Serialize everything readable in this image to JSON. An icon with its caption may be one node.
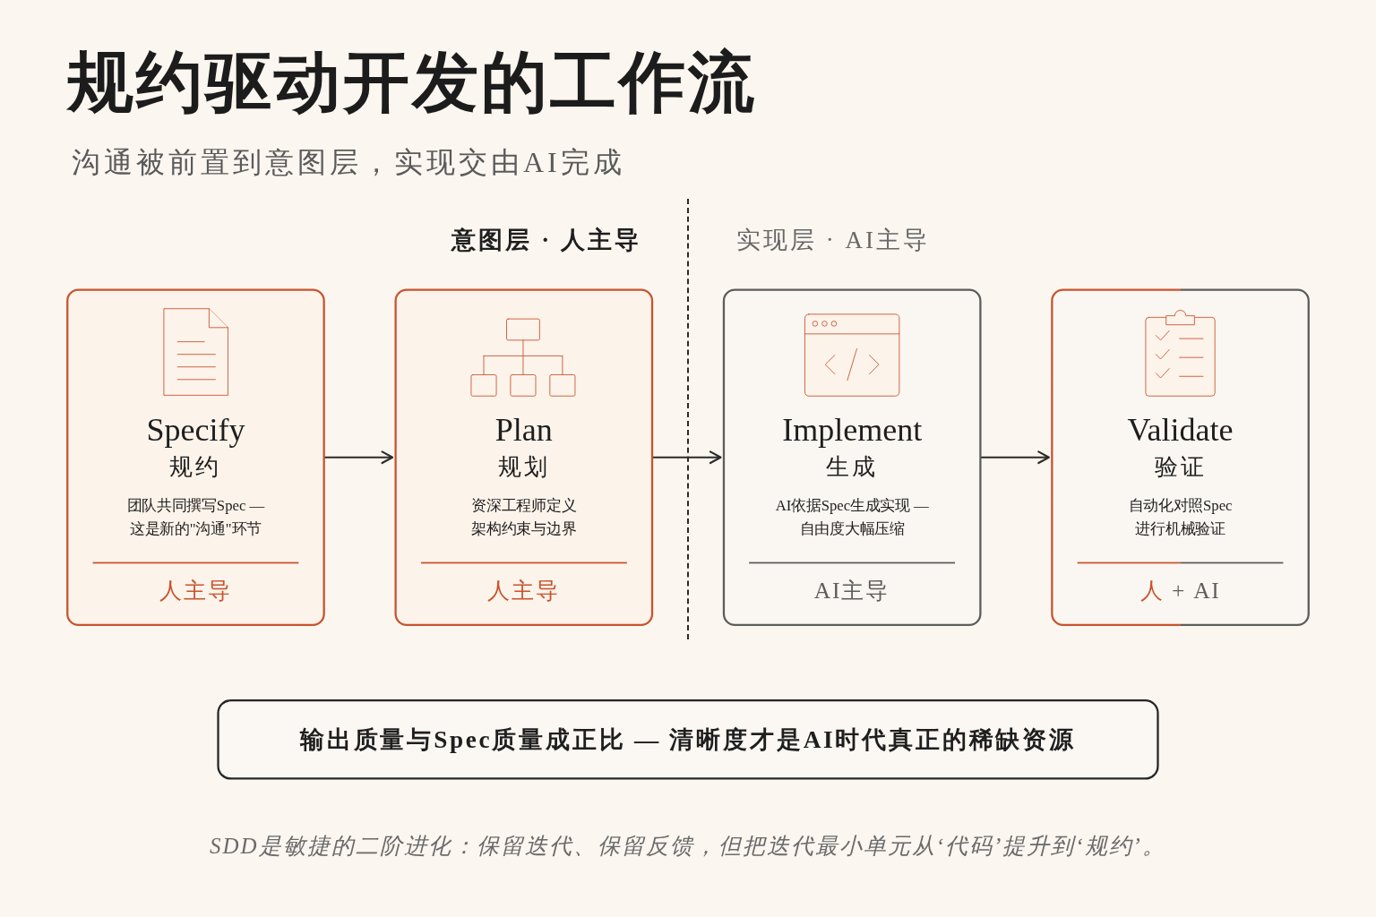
{
  "diagram": {
    "title": "规约驱动开发的工作流",
    "caption": "SDD是敏捷的二阶进化：保留迭代、保留反馈，但把迭代最小单元从‘代码’提升到‘规约’。",
    "nodes": [
      {
        "text": [
          "Specify",
          "规约",
          "团队共同撰写Spec — 这是新的\"沟通\"环节",
          "人主导"
        ]
      },
      {
        "text": [
          "Plan",
          "规划",
          "资深工程师定义架构约束与边界",
          "人主导"
        ]
      },
      {
        "text": [
          "Implement",
          "生成",
          "AI依据Spec生成实现 — 自由度大幅压缩",
          "AI主导"
        ]
      },
      {
        "text": [
          "Validate",
          "验证",
          "自动化对照Spec进行机械验证",
          "人 + AI"
        ]
      },
      {
        "text": [
          "输出质量与Spec质量成正比 — 清晰度才是AI时代真正的稀缺资源"
        ]
      }
    ],
    "edges": [
      {
        "from": 0,
        "to": 1,
        "arrow": "to"
      },
      {
        "from": 1,
        "to": 2,
        "arrow": "to"
      },
      {
        "from": 2,
        "to": 3,
        "arrow": "to"
      }
    ],
    "labels": [
      "沟通被前置到意图层，实现交由AI完成",
      "意图层 · 人主导",
      "实现层 · AI主导"
    ]
  }
}
